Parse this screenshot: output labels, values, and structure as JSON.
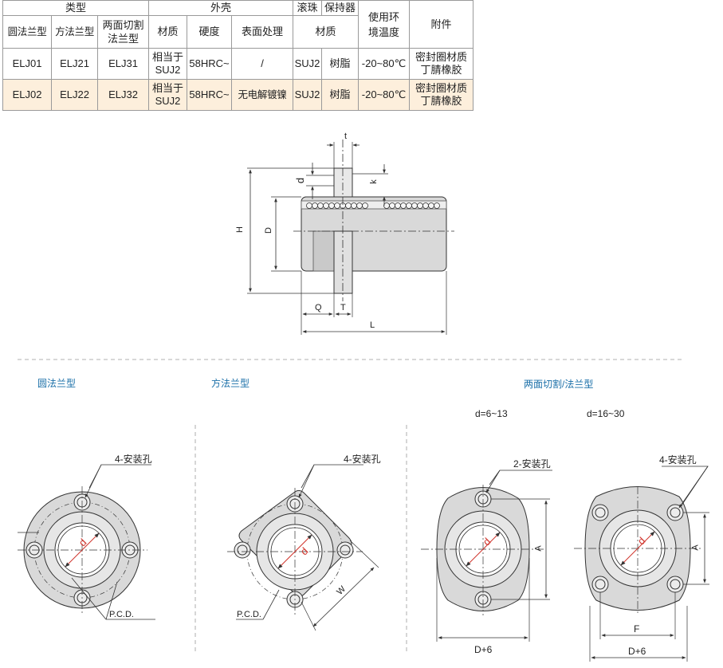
{
  "table": {
    "group_headers": [
      "类型",
      "外壳",
      "滚珠",
      "保持器",
      "使用环境温度",
      "附件"
    ],
    "sub_headers": [
      "圆法兰型",
      "方法兰型",
      "两面切割法兰型",
      "材质",
      "硬度",
      "表面处理",
      "材质"
    ],
    "rows": [
      {
        "round": "ELJ01",
        "square": "ELJ21",
        "cut": "ELJ31",
        "material": "相当于SUJ2",
        "hardness": "58HRC~",
        "surface": "/",
        "ball": "SUJ2",
        "retainer": "树脂",
        "temp": "-20~80℃",
        "accessory": "密封圈材质丁腈橡胶"
      },
      {
        "round": "ELJ02",
        "square": "ELJ22",
        "cut": "ELJ32",
        "material": "相当于SUJ2",
        "hardness": "58HRC~",
        "surface": "无电解镀镍",
        "ball": "SUJ2",
        "retainer": "树脂",
        "temp": "-20~80℃",
        "accessory": "密封圈材质丁腈橡胶"
      }
    ]
  },
  "side_view": {
    "labels": {
      "t": "t",
      "d": "d",
      "k": "k",
      "H": "H",
      "D": "D",
      "Q": "Q",
      "T": "T",
      "L": "L"
    }
  },
  "sections": {
    "round": {
      "title": "圆法兰型",
      "hole_label": "4-安装孔",
      "pcd_label": "P.C.D.",
      "d_label": "d"
    },
    "square": {
      "title": "方法兰型",
      "hole_label": "4-安装孔",
      "pcd_label": "P.C.D.",
      "w_label": "W",
      "d_label": "d"
    },
    "cut": {
      "title": "两面切割/法兰型",
      "small": {
        "range": "d=6~13",
        "hole_label": "2-安装孔",
        "a_label": "A",
        "width_label": "D+6",
        "d_label": "d"
      },
      "large": {
        "range": "d=16~30",
        "hole_label": "4-安装孔",
        "a_label": "A",
        "f_label": "F",
        "width_label": "D+6",
        "d_label": "d"
      }
    }
  },
  "colors": {
    "body_fill": "#d9d9d9",
    "line": "#333333",
    "accent_red": "#d0342c",
    "section_blue": "#1a6fa8",
    "row_highlight": "#fdefdc"
  }
}
